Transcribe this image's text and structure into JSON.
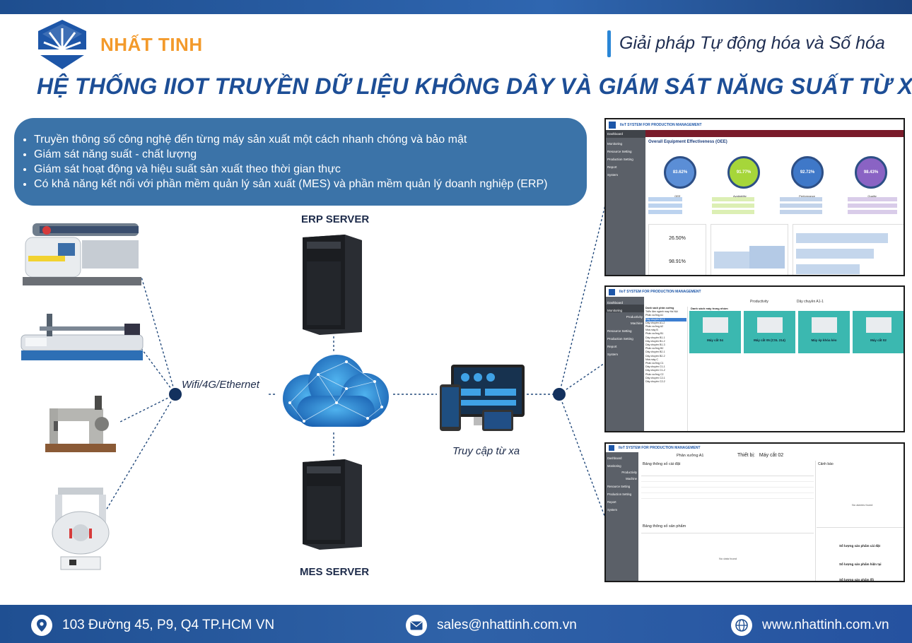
{
  "header": {
    "brand": "NHẤT TINH",
    "tagline": "Giải pháp Tự động hóa và Số hóa",
    "title": "HỆ THỐNG IIOT TRUYỀN DỮ LIỆU KHÔNG DÂY VÀ GIÁM SÁT NĂNG SUẤT TỪ XA"
  },
  "features": [
    "Truyền thông số công nghệ đến từng máy sản xuất một cách nhanh chóng và bảo mật",
    "Giám sát năng suất - chất lượng",
    "Giám sát hoạt động và hiệu suất sản xuất theo thời gian thực",
    "Có khả năng kết nối với phần mềm quản lý sản xuất (MES) và phần mềm quản lý doanh nghiệp (ERP)"
  ],
  "diagram": {
    "erp_label": "ERP SERVER",
    "mes_label": "MES SERVER",
    "network_label": "Wifi/4G/Ethernet",
    "remote_label": "Truy cập từ xa"
  },
  "screen1": {
    "app_title": "IIoT SYSTEM FOR PRODUCTION MANAGEMENT",
    "sidebar": [
      "Dashboard",
      "Monitoring",
      "Resource Setting",
      "Production Setting",
      "Report",
      "System"
    ],
    "heading": "Overall Equipment Effectiveness (OEE)",
    "gauges": [
      {
        "value": "83.62%",
        "label": "OEE",
        "color": "#5b8ed6"
      },
      {
        "value": "91.77%",
        "label": "Availability",
        "color": "#a6d63a"
      },
      {
        "value": "92.72%",
        "label": "Performance",
        "color": "#3f78c8"
      },
      {
        "value": "98.43%",
        "label": "Quality",
        "color": "#8a63c4"
      }
    ],
    "oee_value": "26.50%",
    "quality_value": "98.91%"
  },
  "screen2": {
    "app_title": "IIoT SYSTEM FOR PRODUCTION MANAGEMENT",
    "sidebar": [
      "Dashboard",
      "Monitoring",
      "Productivity",
      "Machine",
      "Resource Setting",
      "Production Setting",
      "Report",
      "System"
    ],
    "tab": "Productivity",
    "line": "Dây chuyền A1-1",
    "tree_title": "Danh sách phân xưởng",
    "machines_title": "Danh sách máy trong nhóm",
    "tree": [
      "Triển lãm ngành may Hà Nội",
      "Phân xưởng A1",
      "Dây chuyền A1-1",
      "Dây chuyền A1-2",
      "Phân xưởng A2",
      "Nhà máy B",
      "Phân xưởng B1",
      "Dây chuyền B1-1",
      "Dây chuyền B1-2",
      "Dây chuyền B1-3",
      "Phân xưởng B2",
      "Dây chuyền B2-1",
      "Dây chuyền B2-2",
      "Nhà máy C",
      "Phân xưởng C1",
      "Dây chuyền C1-1",
      "Dây chuyền C1-2",
      "Phân xưởng C2",
      "Dây chuyền C2-1",
      "Dây chuyền C2-2"
    ],
    "machines": [
      "Máy cắt 04",
      "Máy cắt 05 (CSL 214)",
      "Máy ép khóa kéo",
      "Máy cắt 02"
    ]
  },
  "screen3": {
    "app_title": "IIoT SYSTEM FOR PRODUCTION MANAGEMENT",
    "breadcrumb": "Phân xưởng A1",
    "device": "Thiết bị:",
    "device_name": "Máy cắt 02",
    "sidebar": [
      "Dashboard",
      "Monitoring",
      "Productivity",
      "Machine",
      "Resource Setting",
      "Production Setting",
      "Report",
      "System"
    ],
    "settings_title": "Bảng thông số cài đặt",
    "product_title": "Bảng thông số sản phẩm",
    "alerts_title": "Cảnh báo",
    "no_alarms": "No alarms found",
    "no_data": "No data found",
    "stat1": "Số lượng sản phẩm cài đặt",
    "stat2": "Số lượng sản phẩm hiện tại",
    "stat3": "Số lượng sản phẩm lỗi"
  },
  "footer": {
    "address": "103 Đường 45, P9, Q4 TP.HCM VN",
    "email": "sales@nhattinh.com.vn",
    "website": "www.nhattinh.com.vn"
  }
}
